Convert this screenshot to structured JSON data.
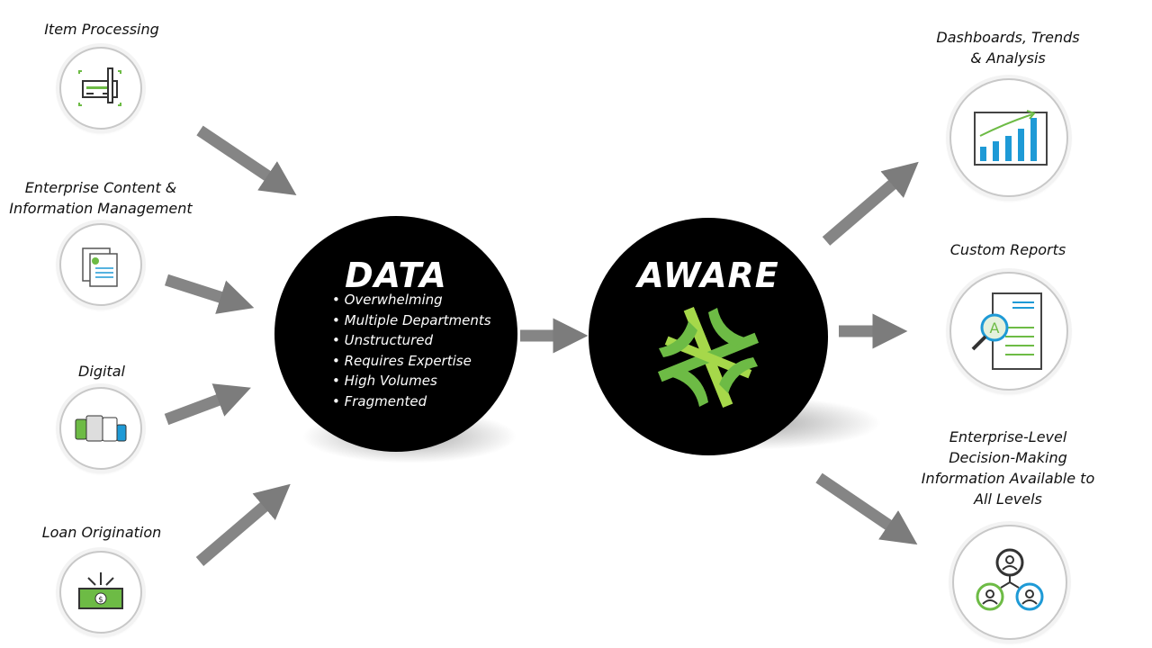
{
  "inputs": [
    {
      "label": "Item Processing",
      "icon": "check-signing-icon"
    },
    {
      "label_lines": [
        "Enterprise Content &",
        "Information Management"
      ],
      "icon": "documents-icon"
    },
    {
      "label": "Digital",
      "icon": "devices-icon"
    },
    {
      "label": "Loan Origination",
      "icon": "money-icon"
    }
  ],
  "data_circle": {
    "title": "DATA",
    "bullets": [
      "Overwhelming",
      "Multiple Departments",
      "Unstructured",
      "Requires Expertise",
      "High Volumes",
      "Fragmented"
    ]
  },
  "aware_circle": {
    "title": "AWARE",
    "logo": "aware-logo"
  },
  "outputs": [
    {
      "label_lines": [
        "Dashboards, Trends",
        "& Analysis"
      ],
      "icon": "bar-chart-icon"
    },
    {
      "label": "Custom Reports",
      "icon": "report-magnifier-icon"
    },
    {
      "label_lines": [
        "Enterprise-Level",
        "Decision-Making",
        "Information Available to",
        "All Levels"
      ],
      "icon": "people-network-icon"
    }
  ],
  "colors": {
    "green": "#6dbb45",
    "lightgreen": "#a6d84a",
    "blue": "#1e9ad6",
    "arrow": "#808080"
  }
}
